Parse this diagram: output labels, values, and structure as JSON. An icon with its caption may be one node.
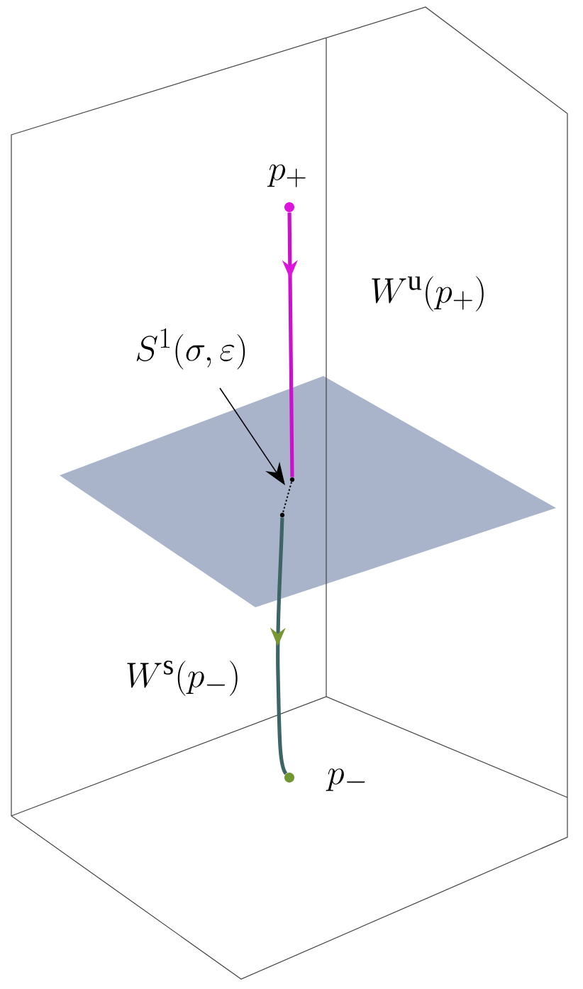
{
  "diagram": {
    "nodes": [
      {
        "text": [],
        "shape": "circle",
        "beside": [
          "p_+"
        ]
      },
      {
        "text": [],
        "shape": "circle"
      },
      {
        "text": [],
        "shape": "circle"
      },
      {
        "text": [],
        "shape": "circle",
        "beside": [
          "p_-"
        ]
      },
      {
        "text": [
          "S^1(\\sigma,\\varepsilon)"
        ]
      }
    ],
    "edges": [
      {
        "from": 0,
        "to": 1,
        "arrow": "to",
        "style": "thick",
        "color": "#cc11cc"
      },
      {
        "from": 1,
        "to": 2,
        "arrow": "none",
        "style": "dashed",
        "color": "#000000"
      },
      {
        "from": 2,
        "to": 3,
        "arrow": "to",
        "style": "thick",
        "color": "#3d6565"
      },
      {
        "from": 4,
        "to": 1,
        "arrow": "to"
      }
    ],
    "labels": [
      "W^{\\mathrm{u}}(p_+)",
      "W^{\\mathrm{s}}(p_-)"
    ]
  }
}
